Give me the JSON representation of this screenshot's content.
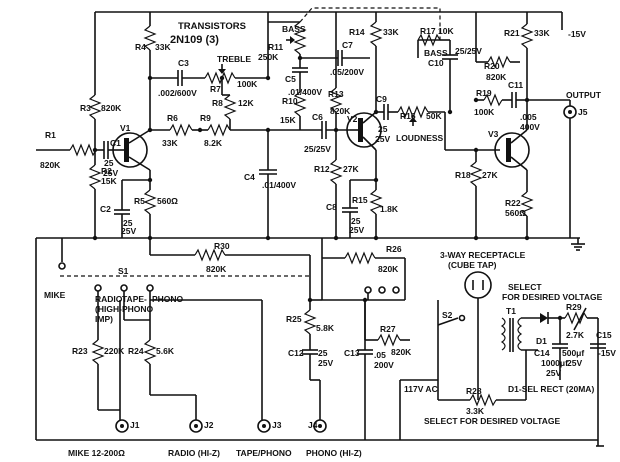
{
  "header": {
    "transistors_label": "TRANSISTORS",
    "transistors_type": "2N109 (3)"
  },
  "supply": {
    "label": "-15V"
  },
  "output": {
    "label": "OUTPUT",
    "jack": "J5"
  },
  "transistors": {
    "v1": "V1",
    "v2": "V2",
    "v3": "V3"
  },
  "resistors": {
    "r1": "R1",
    "r1_val": "820K",
    "r2": "R2",
    "r2_val": "15K",
    "r3": "R3",
    "r3_val": "820K",
    "r4": "R4",
    "r4_val": "33K",
    "r5": "R5",
    "r5_val": "560Ω",
    "r6": "R6",
    "r6_val": "33K",
    "r7": "R7",
    "r7_val": "100K",
    "r8": "R8",
    "r8_val": "12K",
    "r9": "R9",
    "r9_val": "8.2K",
    "r10": "R10",
    "r10_val": "15K",
    "r11": "R11",
    "r11_val": "250K",
    "r12": "R12",
    "r12_val": "27K",
    "r13": "R13",
    "r13_val": "820K",
    "r14": "R14",
    "r14_val": "33K",
    "r15": "R15",
    "r15_val": "1.8K",
    "r16": "R16",
    "r16_val": "50K",
    "r17": "R17",
    "r17_val": "10K",
    "r18": "R18",
    "r18_val": "27K",
    "r19": "R19",
    "r19_val": "100K",
    "r20": "R20",
    "r20_val": "820K",
    "r21": "R21",
    "r21_val": "33K",
    "r22": "R22",
    "r22_val": "560Ω",
    "r23": "R23",
    "r23_val": "220K",
    "r24": "R24",
    "r24_val": "5.6K",
    "r25": "R25",
    "r25_val": "5.8K",
    "r26": "R26",
    "r26_val": "820K",
    "r27": "R27",
    "r27_val": "820K",
    "r28": "R28",
    "r28_val": "3.3K",
    "r29": "R29",
    "r29_val": "2.7K",
    "r30": "R30",
    "r30_val": "820K"
  },
  "capacitors": {
    "c1": "C1",
    "c1_val": "25",
    "c1_v": "25V",
    "c2": "C2",
    "c2_val": "25",
    "c2_v": "25V",
    "c3": "C3",
    "c3_val": ".002/600V",
    "c4": "C4",
    "c4_val": ".01/400V",
    "c5": "C5",
    "c5_val": ".01/400V",
    "c6": "C6",
    "c6_val": "25/25V",
    "c7": "C7",
    "c7_val": ".05/200V",
    "c8": "C8",
    "c8_val": "25",
    "c8_v": "25V",
    "c9": "C9",
    "c9_val": "25",
    "c9_v": "25V",
    "c10": "C10",
    "c10_val": "25/25V",
    "c11": "C11",
    "c11_val": ".005",
    "c11_v": "400V",
    "c12": "C12",
    "c12_val": "25",
    "c12_v": "25V",
    "c13": "C13",
    "c13_val": ".05",
    "c13_v": "200V",
    "c14": "C14",
    "c14_val": "1000μf",
    "c14_v": "25V",
    "c15": "C15",
    "c15_val": "500μf",
    "c15_v": "25V"
  },
  "controls": {
    "treble": "TREBLE",
    "bass": "BASS",
    "bass2": "BASS",
    "loudness": "LOUDNESS"
  },
  "switch": {
    "s1": "S1",
    "s2": "S2",
    "t1": "T1",
    "d1": "D1",
    "radio_hi_imp": [
      "RADIO",
      "(HIGH-",
      "IMP)"
    ],
    "tape_phono": [
      "TAPE-",
      "PHONO"
    ],
    "phono": "PHONO",
    "mike": "MIKE"
  },
  "power": {
    "receptacle": [
      "3-WAY RECEPTACLE",
      "(CUBE TAP)"
    ],
    "select_top": [
      "SELECT",
      "FOR DESIRED VOLTAGE"
    ],
    "select_bottom": "SELECT FOR DESIRED VOLTAGE",
    "ac": "117V AC",
    "rect": "D1-SEL RECT (20MA)",
    "minus15": "-15V"
  },
  "jacks": {
    "j1": "J1",
    "j2": "J2",
    "j3": "J3",
    "j4": "J4",
    "mike": "MIKE 12-200Ω",
    "radio": "RADIO (HI-Z)",
    "tape": "TAPE/PHONO",
    "phono": "PHONO (HI-Z)"
  }
}
